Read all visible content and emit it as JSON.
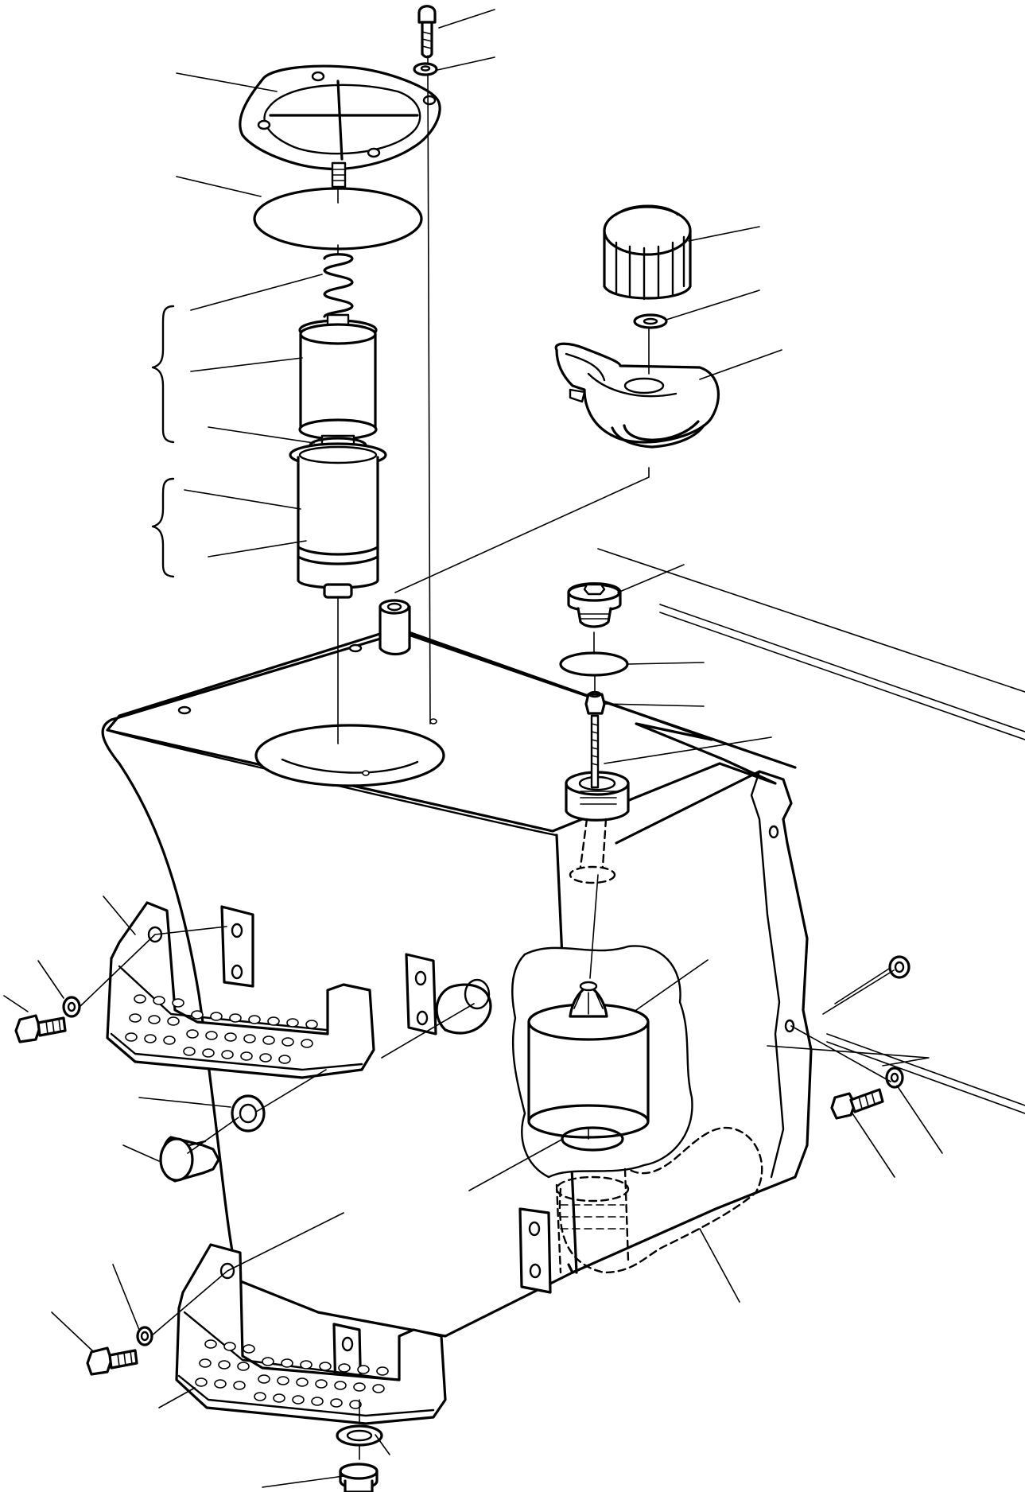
{
  "drawing": {
    "kind": "exploded-parts-diagram",
    "colors": {
      "line": "#000000",
      "background": "#ffffff"
    },
    "parts": [
      {
        "id": "top-screw",
        "callout": true
      },
      {
        "id": "top-washer",
        "callout": true
      },
      {
        "id": "filter-cover-plate",
        "callout": true
      },
      {
        "id": "cover-o-ring",
        "callout": true
      },
      {
        "id": "compression-spring",
        "callout": true
      },
      {
        "id": "return-filter-element",
        "callout": true
      },
      {
        "id": "element-seal",
        "callout": true
      },
      {
        "id": "filter-housing-bowl",
        "callout": true
      },
      {
        "id": "housing-o-ring",
        "callout": true
      },
      {
        "id": "breather-cap",
        "callout": true
      },
      {
        "id": "breather-washer",
        "callout": true
      },
      {
        "id": "filler-strainer-cup",
        "callout": true
      },
      {
        "id": "filler-neck",
        "callout": false
      },
      {
        "id": "level-gauge-plug",
        "callout": true
      },
      {
        "id": "gauge-o-ring",
        "callout": true
      },
      {
        "id": "hollow-screw",
        "callout": true
      },
      {
        "id": "threaded-rod",
        "callout": true
      },
      {
        "id": "tank-body",
        "callout": false
      },
      {
        "id": "suction-strainer",
        "callout": true
      },
      {
        "id": "strainer-o-ring",
        "callout": true
      },
      {
        "id": "suction-pipe",
        "callout": true
      },
      {
        "id": "upper-step",
        "callout": true
      },
      {
        "id": "lower-step",
        "callout": true
      },
      {
        "id": "step-bolt",
        "callout": true
      },
      {
        "id": "step-washer",
        "callout": true
      },
      {
        "id": "sight-glass",
        "callout": true
      },
      {
        "id": "sight-glass-seal",
        "callout": true
      },
      {
        "id": "mounting-bolt",
        "callout": true
      },
      {
        "id": "mounting-washer",
        "callout": true
      },
      {
        "id": "mounting-nut",
        "callout": true
      },
      {
        "id": "drain-plug",
        "callout": true
      },
      {
        "id": "drain-seal",
        "callout": true
      }
    ]
  }
}
